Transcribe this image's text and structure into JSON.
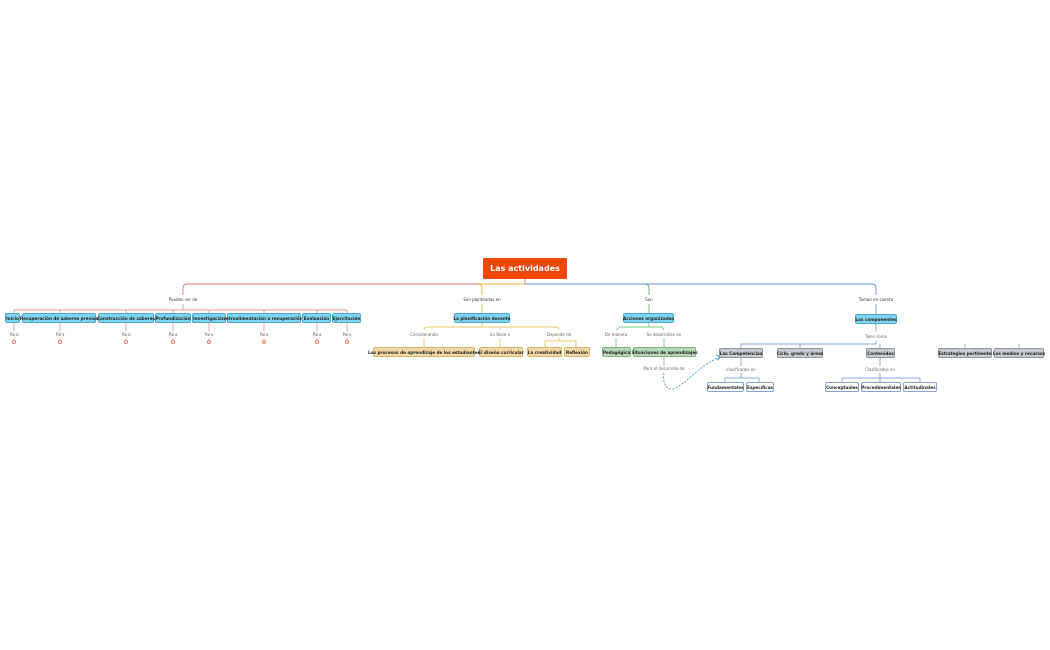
{
  "root": {
    "label": "Las actividades",
    "color": "#f0460a"
  },
  "branches": {
    "b1": {
      "connector": "Pueden ser de",
      "color": "#e8776a",
      "items": [
        "Inicio",
        "Recuperación de saberes previos",
        "Construcción de saberes",
        "Profundización",
        "Investigación",
        "retroalimentación o recuperación.",
        "Evaluación",
        "Ejercitación"
      ],
      "item_connector": "Para"
    },
    "b2": {
      "connector": "Son planteadas en",
      "color": "#e8b63a",
      "main": "La planificación docente",
      "subs": [
        {
          "connector": "Considerando",
          "items": [
            "Los procesos de aprendizaje de los estudiantes"
          ]
        },
        {
          "connector": "En Base a",
          "items": [
            "El diseño curricular"
          ]
        },
        {
          "connector": "Depende de",
          "items": [
            "La creatividad",
            "Reflexión"
          ]
        }
      ]
    },
    "b3": {
      "connector": "Son",
      "color": "#5fb35f",
      "main": "Acciones organizadas",
      "subs": [
        {
          "connector": "De manera",
          "items": [
            "Pedagógica"
          ]
        },
        {
          "connector": "Se desarrollan en",
          "items": [
            "Situaciones de aprendizajes"
          ]
        }
      ],
      "cross_link_label": "Para el desarrollo de"
    },
    "b4": {
      "connector": "Toman en cuenta",
      "color": "#5b8fd0",
      "main": "Los componentes",
      "sub_connector": "Tales como",
      "items": [
        "Las Competencias",
        "Ciclo, grado y áreas",
        "Contenidos",
        "Estrategias pertinente",
        "Los medios y recursos"
      ],
      "competencias": {
        "connector": "clasificadas en",
        "items": [
          "Fundamentales",
          "Específicas"
        ]
      },
      "contenidos": {
        "connector": "Clasificados en",
        "items": [
          "Conceptuales",
          "Procedimentales",
          "Actitudinales"
        ]
      }
    }
  }
}
